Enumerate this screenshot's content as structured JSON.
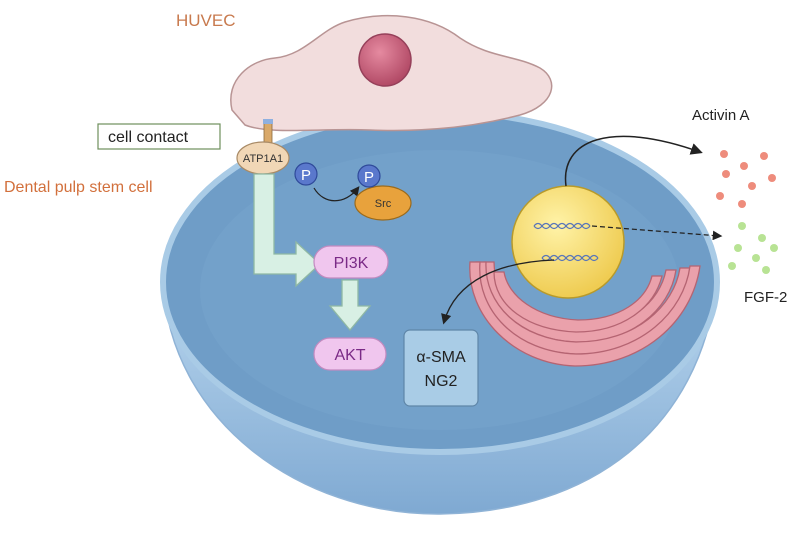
{
  "labels": {
    "huvec": "HUVEC",
    "cell_contact": "cell contact",
    "dpsc": "Dental pulp stem cell",
    "atp1a1": "ATP1A1",
    "phospho_1": "P",
    "phospho_2": "P",
    "src": "Src",
    "pi3k": "PI3K",
    "akt": "AKT",
    "marker_1": "α-SMA",
    "marker_2": "NG2",
    "activin": "Activin A",
    "fgf2": "FGF-2"
  },
  "colors": {
    "huvec_text": "#c87a4e",
    "dpsc_text": "#d2703c",
    "cell_body": "#6e9cc6",
    "cell_rim": "#a9cbe6",
    "huvec_body": "#f1dcdc",
    "nucleus": "#c25a72",
    "kinase_box": "#f0c6ee",
    "kinase_text": "#7a2a86",
    "marker_box": "#a9cce6",
    "src_body": "#e8a23c",
    "phospho": "#5470c8",
    "pathway_arrow": "#d8f0e4",
    "activin_dots": "#ee8c7c",
    "fgf_dots": "#b8e394",
    "organelle": "#f2d76a",
    "er": "#e7a0aa"
  }
}
